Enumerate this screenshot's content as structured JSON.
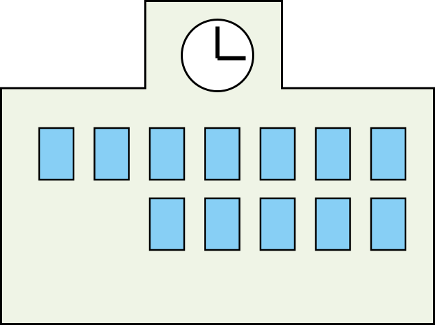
{
  "colors": {
    "building_fill": "#eff4e6",
    "outline": "#000000",
    "window_fill": "#87cff5",
    "clock_face": "#ffffff",
    "clock_hands": "#000000"
  },
  "icons": {
    "building": "school-building-icon",
    "clock": "clock-icon"
  },
  "clock": {
    "hour": 3,
    "minute": 0
  },
  "windows": {
    "top_row_count": 7,
    "bottom_row_count": 5
  }
}
